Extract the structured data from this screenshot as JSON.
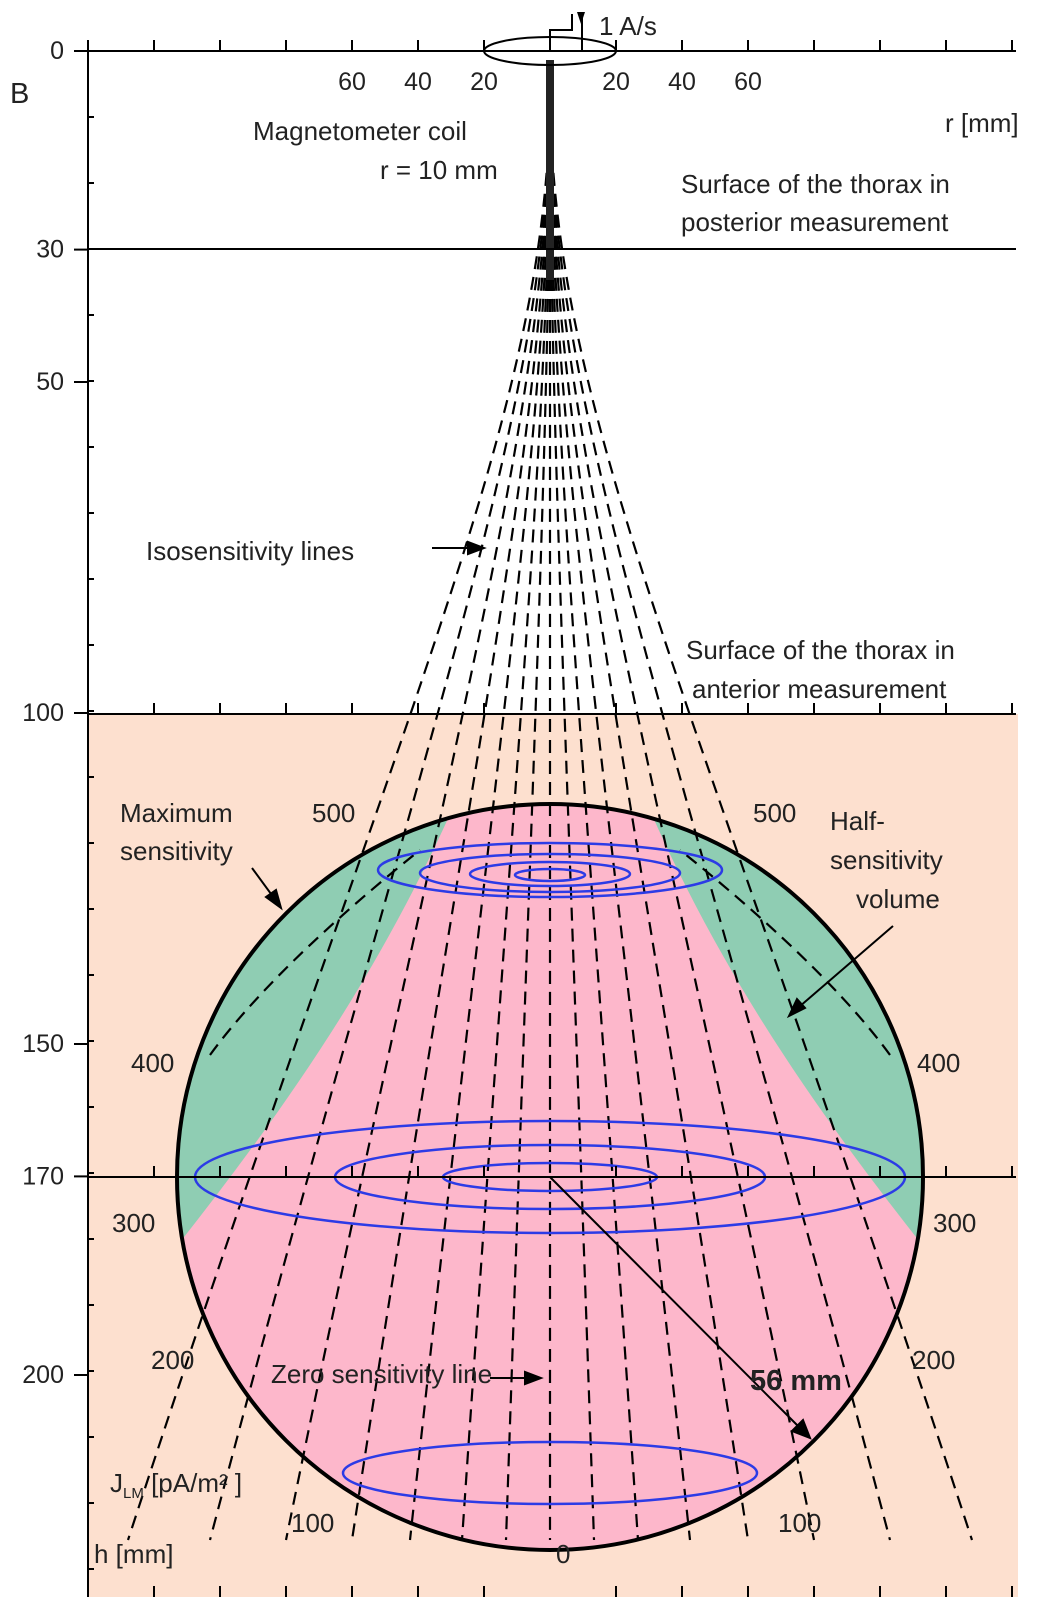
{
  "figure": {
    "panel_label": "B",
    "current_label": "1 A/s",
    "coil_label_line1": "Magnetometer coil",
    "coil_label_line2": "r = 10 mm",
    "r_axis_label": "r [mm]",
    "h_axis_label": "h [mm]",
    "jlm_label_main": "J",
    "jlm_label_sub": "LM",
    "jlm_label_unit": " [pA/m² ]",
    "surface_posterior_line1": "Surface of the thorax in",
    "surface_posterior_line2": "posterior measurement",
    "surface_anterior_line1": "Surface of the thorax in",
    "surface_anterior_line2": "anterior measurement",
    "isosensitivity_label": "Isosensitivity lines",
    "max_sensitivity_line1": "Maximum",
    "max_sensitivity_line2": "sensitivity",
    "half_sensitivity_line1": "Half-",
    "half_sensitivity_line2": "sensitivity",
    "half_sensitivity_line3": "volume",
    "zero_sensitivity_label": "Zero sensitivity line",
    "radius_label": "56 mm"
  },
  "axes": {
    "h_ticks": [
      {
        "value": 0,
        "label": "0"
      },
      {
        "value": 30,
        "label": "30"
      },
      {
        "value": 50,
        "label": "50"
      },
      {
        "value": 100,
        "label": "100"
      },
      {
        "value": 150,
        "label": "150"
      },
      {
        "value": 170,
        "label": "170"
      },
      {
        "value": 200,
        "label": "200"
      }
    ],
    "r_ticks": [
      {
        "value": -60,
        "label": "60"
      },
      {
        "value": -40,
        "label": "40"
      },
      {
        "value": -20,
        "label": "20"
      },
      {
        "value": 20,
        "label": "20"
      },
      {
        "value": 40,
        "label": "40"
      },
      {
        "value": 60,
        "label": "60"
      }
    ]
  },
  "sensitivity_labels": {
    "left": [
      "500",
      "400",
      "300",
      "200",
      "100"
    ],
    "right": [
      "500",
      "400",
      "300",
      "200",
      "100"
    ],
    "bottom": "0"
  },
  "colors": {
    "tissue": "#fde0cf",
    "sphere_low": "#fdb7cb",
    "sphere_high": "#8fcdb3",
    "max_band": "#1e8a66",
    "current_loops": "#2c3be6",
    "lines": "#000000"
  }
}
